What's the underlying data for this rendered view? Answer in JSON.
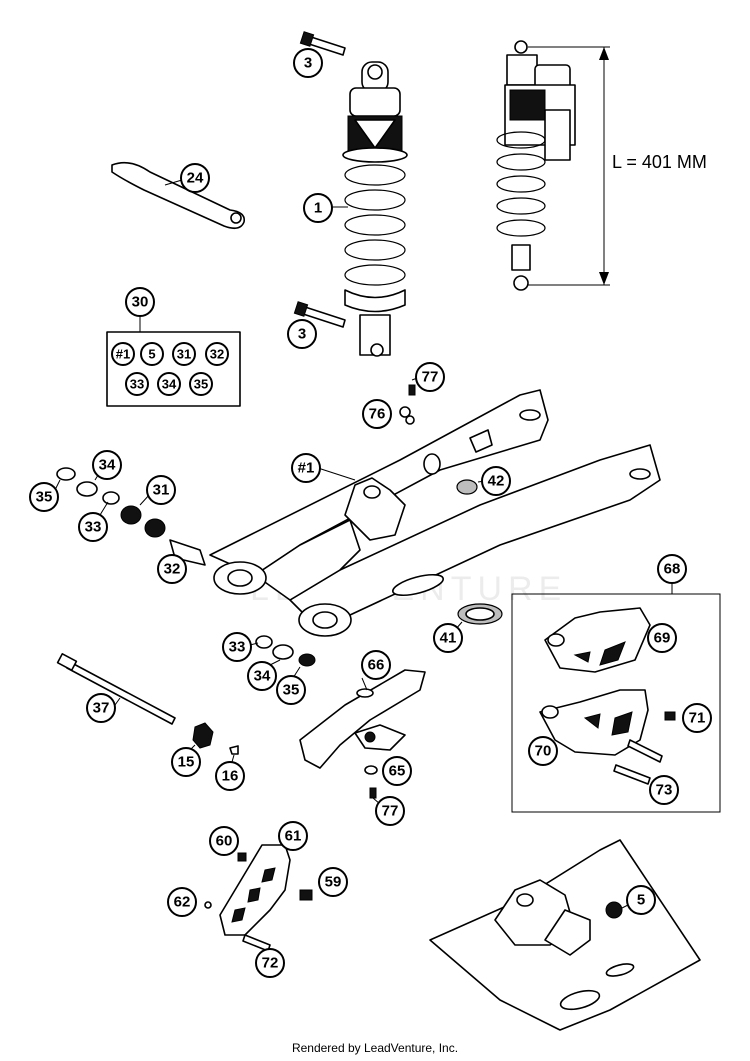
{
  "dimension": {
    "label": "L = 401 MM"
  },
  "watermark": "LEADVENTURE",
  "footer": "Rendered by LeadVenture, Inc.",
  "kit_box_30": {
    "title": "30",
    "items": [
      "#1",
      "5",
      "31",
      "32",
      "33",
      "34",
      "35"
    ]
  },
  "kit_box_68": {
    "title": "68"
  },
  "callouts": [
    {
      "id": "c3a",
      "label": "3"
    },
    {
      "id": "c24",
      "label": "24"
    },
    {
      "id": "c1",
      "label": "1"
    },
    {
      "id": "c3b",
      "label": "3"
    },
    {
      "id": "c30",
      "label": "30"
    },
    {
      "id": "c77a",
      "label": "77"
    },
    {
      "id": "c76",
      "label": "76"
    },
    {
      "id": "c1h",
      "label": "#1"
    },
    {
      "id": "c42",
      "label": "42"
    },
    {
      "id": "c34a",
      "label": "34"
    },
    {
      "id": "c31",
      "label": "31"
    },
    {
      "id": "c35a",
      "label": "35"
    },
    {
      "id": "c33a",
      "label": "33"
    },
    {
      "id": "c32",
      "label": "32"
    },
    {
      "id": "c68",
      "label": "68"
    },
    {
      "id": "c69",
      "label": "69"
    },
    {
      "id": "c41",
      "label": "41"
    },
    {
      "id": "c33b",
      "label": "33"
    },
    {
      "id": "c34b",
      "label": "34"
    },
    {
      "id": "c35b",
      "label": "35"
    },
    {
      "id": "c66",
      "label": "66"
    },
    {
      "id": "c37",
      "label": "37"
    },
    {
      "id": "c71",
      "label": "71"
    },
    {
      "id": "c70",
      "label": "70"
    },
    {
      "id": "c15",
      "label": "15"
    },
    {
      "id": "c16",
      "label": "16"
    },
    {
      "id": "c65",
      "label": "65"
    },
    {
      "id": "c73",
      "label": "73"
    },
    {
      "id": "c77b",
      "label": "77"
    },
    {
      "id": "c60",
      "label": "60"
    },
    {
      "id": "c61",
      "label": "61"
    },
    {
      "id": "c59",
      "label": "59"
    },
    {
      "id": "c62",
      "label": "62"
    },
    {
      "id": "c5",
      "label": "5"
    },
    {
      "id": "c72",
      "label": "72"
    }
  ]
}
